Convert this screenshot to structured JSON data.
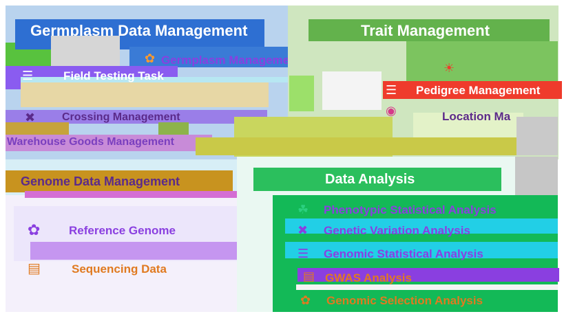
{
  "panels": {
    "germplasm": {
      "title": "Germplasm Data Management",
      "items": [
        {
          "label": "Germplasm Management",
          "icon": "seed-icon"
        },
        {
          "label": "Field Testing Task",
          "icon": "field-icon"
        },
        {
          "label": "Crossing Management",
          "icon": "cross-icon"
        },
        {
          "label": "Warehouse Goods Management",
          "icon": "warehouse-icon"
        }
      ]
    },
    "trait": {
      "title": "Trait Management",
      "items": [
        {
          "label": "Pedigree Management",
          "icon": "pedigree-icon"
        },
        {
          "label": "Location Ma",
          "icon": "location-icon"
        }
      ]
    },
    "genome": {
      "title": "Genome Data Management",
      "items": [
        {
          "label": "Reference Genome",
          "icon": "dna-icon"
        },
        {
          "label": "Sequencing Data",
          "icon": "sequence-icon"
        }
      ]
    },
    "analysis": {
      "title": "Data Analysis",
      "items": [
        {
          "label": "Phenotypic Statistical Analysis",
          "icon": "plant-icon"
        },
        {
          "label": "Genetic Variation Analysis",
          "icon": "variation-icon"
        },
        {
          "label": "Genomic Statistical Analysis",
          "icon": "genomic-icon"
        },
        {
          "label": "GWAS Analysis",
          "icon": "gwas-icon"
        },
        {
          "label": "Genomic Selection Analysis",
          "icon": "selection-icon"
        }
      ]
    }
  },
  "colors": {
    "blue": "#2e6fd2",
    "green": "#63b24c",
    "purple": "#8a3fe0",
    "orange": "#e07a20",
    "red": "#ef3b2c",
    "emerald": "#13b957"
  }
}
